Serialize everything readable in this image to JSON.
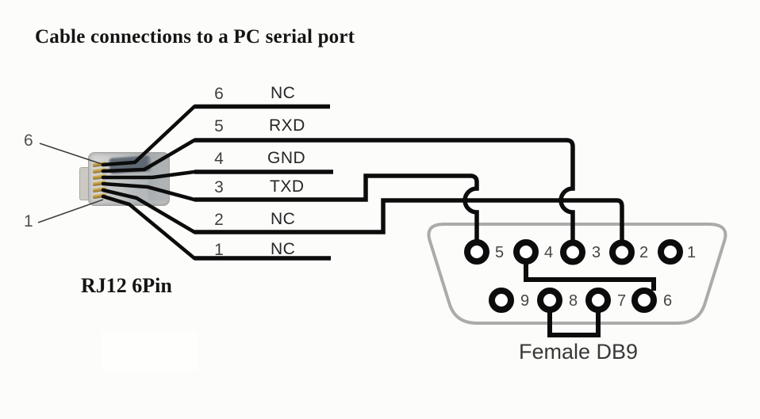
{
  "title": "Cable connections to a PC serial port",
  "rj12": {
    "label": "RJ12 6Pin",
    "pointer_top": "6",
    "pointer_bottom": "1"
  },
  "rows": [
    {
      "num": "6",
      "label": "NC"
    },
    {
      "num": "5",
      "label": "RXD"
    },
    {
      "num": "4",
      "label": "GND"
    },
    {
      "num": "3",
      "label": "TXD"
    },
    {
      "num": "2",
      "label": "NC"
    },
    {
      "num": "1",
      "label": "NC"
    }
  ],
  "db9": {
    "label": "Female DB9",
    "top_row_pins": [
      "5",
      "4",
      "3",
      "2",
      "1"
    ],
    "bottom_row_pins": [
      "9",
      "8",
      "7",
      "6"
    ]
  },
  "connections": [
    {
      "from": "RJ12 row 3 (TXD)",
      "to": "DB9 pin 5"
    },
    {
      "from": "RJ12 row 5 (RXD)",
      "to": "DB9 pin 3"
    },
    {
      "from": "RJ12 row 2 (NC)",
      "to": "DB9 pin 2"
    },
    {
      "from": "DB9 pin 4",
      "to": "DB9 pin 6"
    },
    {
      "from": "DB9 pin 8",
      "to": "DB9 pin 7"
    }
  ],
  "colors": {
    "wire": "#0c0c0c",
    "db9_outline": "#ababab",
    "text": "#262626",
    "text_muted": "#464646"
  }
}
